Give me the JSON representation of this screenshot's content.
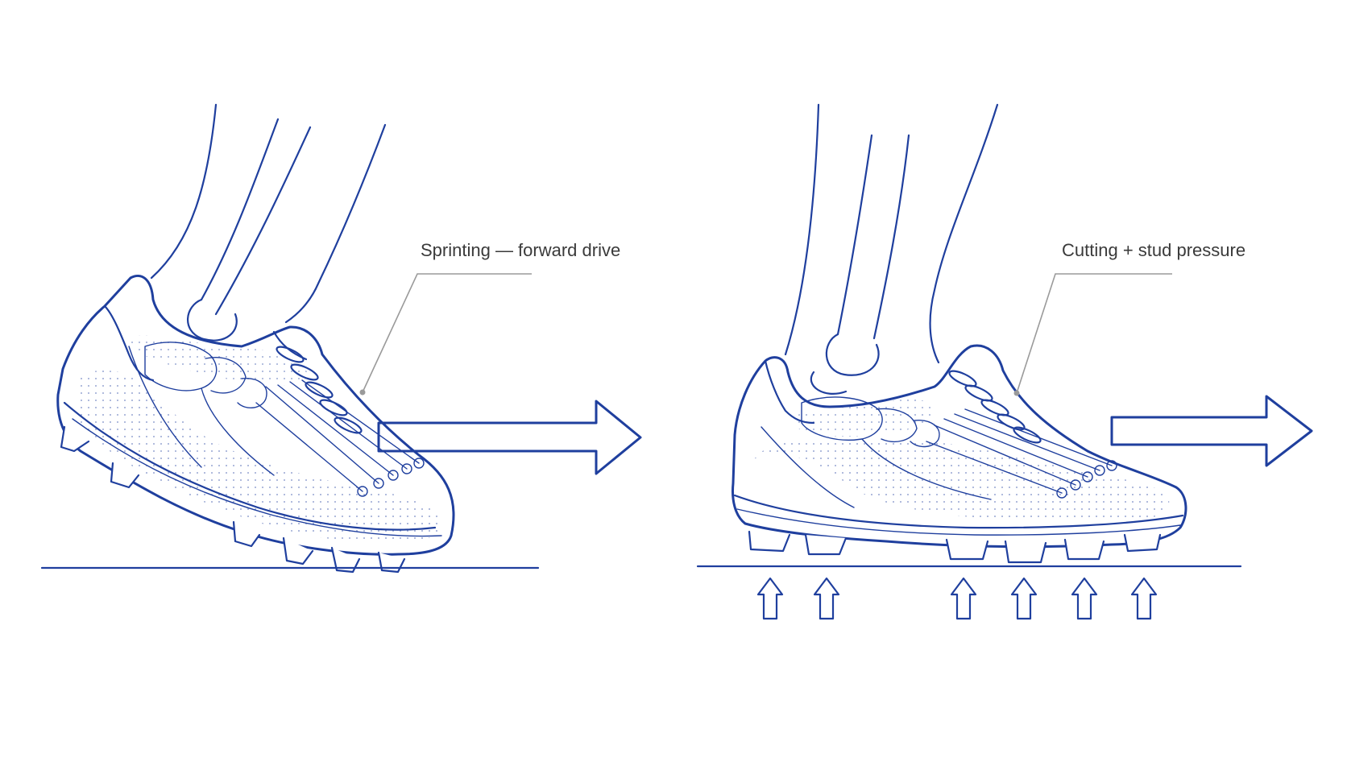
{
  "colors": {
    "ink": "#1f3f9e",
    "leader": "#9a9a9a",
    "label": "#3a3a3a",
    "background": "#ffffff"
  },
  "panels": [
    {
      "id": "sprint",
      "label": "Sprinting — forward drive",
      "icons": [
        "foot-skeleton-icon",
        "football-boot-icon",
        "forward-arrow-icon"
      ]
    },
    {
      "id": "cutting",
      "label": "Cutting + stud pressure",
      "icons": [
        "foot-skeleton-icon",
        "football-boot-icon",
        "forward-arrow-icon",
        "upward-pressure-arrow-icon"
      ]
    }
  ]
}
